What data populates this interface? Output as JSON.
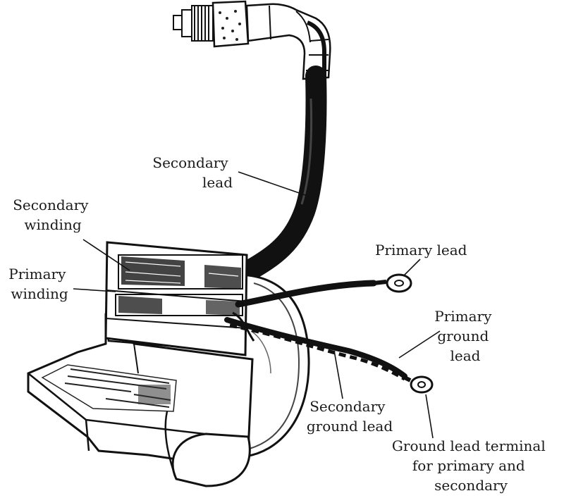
{
  "labels": {
    "secondary_lead": [
      "Secondary",
      "lead"
    ],
    "secondary_winding": [
      "Secondary",
      "winding"
    ],
    "primary_winding": [
      "Primary",
      "winding"
    ],
    "primary_lead": [
      "Primary lead"
    ],
    "primary_ground_lead": [
      "Primary",
      "ground",
      "lead"
    ],
    "secondary_ground_lead": [
      "Secondary",
      "ground lead"
    ],
    "ground_lead_terminal": [
      "Ground lead terminal",
      "for primary and",
      "secondary"
    ]
  }
}
